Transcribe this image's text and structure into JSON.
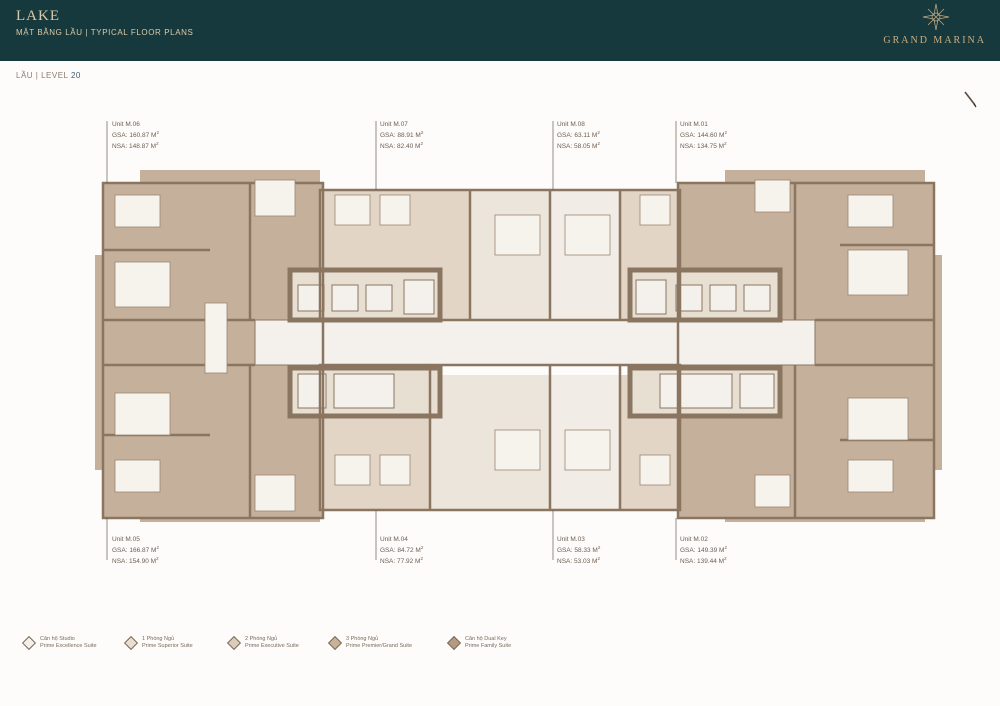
{
  "header": {
    "title": "LAKE",
    "subtitle": "MẶT BẰNG LẦU  |  TYPICAL FLOOR PLANS",
    "brand": "GRAND MARINA"
  },
  "level": {
    "prefix": "LẦU | LEVEL",
    "number": "20"
  },
  "colors": {
    "header_bg": "#16393d",
    "suite_dark": "#c0ab93",
    "suite_light": "#dfd2c2",
    "suite_pale": "#eee8df",
    "wall": "#8a7560"
  },
  "units": [
    {
      "name": "Unit M.06",
      "gsa": "GSA: 160.87  M",
      "nsa": "NSA: 148.87  M"
    },
    {
      "name": "Unit M.07",
      "gsa": "GSA: 88.91  M",
      "nsa": "NSA: 82.40  M"
    },
    {
      "name": "Unit M.08",
      "gsa": "GSA: 63.11  M",
      "nsa": "NSA: 58.05  M"
    },
    {
      "name": "Unit M.01",
      "gsa": "GSA: 144.60  M",
      "nsa": "NSA: 134.75  M"
    },
    {
      "name": "Unit M.05",
      "gsa": "GSA: 166.87  M",
      "nsa": "NSA: 154.90  M"
    },
    {
      "name": "Unit M.04",
      "gsa": "GSA: 84.72  M",
      "nsa": "NSA: 77.92  M"
    },
    {
      "name": "Unit M.03",
      "gsa": "GSA: 58.33  M",
      "nsa": "NSA: 53.03  M"
    },
    {
      "name": "Unit M.02",
      "gsa": "GSA: 149.39  M",
      "nsa": "NSA: 139.44  M"
    }
  ],
  "legend": [
    {
      "vi": "Căn hộ Studio",
      "en": "Prime Excellence Suite",
      "color": "#f4efe8"
    },
    {
      "vi": "1 Phòng Ngủ",
      "en": "Prime Superior Suite",
      "color": "#e9ded0"
    },
    {
      "vi": "2 Phòng Ngủ",
      "en": "Prime Executive Suite",
      "color": "#dccbb8"
    },
    {
      "vi": "3 Phòng Ngủ",
      "en": "Prime Premier/Grand Suite",
      "color": "#c8b299"
    },
    {
      "vi": "Căn hộ Dual Key",
      "en": "Prime Family Suite",
      "color": "#b49a80"
    }
  ]
}
